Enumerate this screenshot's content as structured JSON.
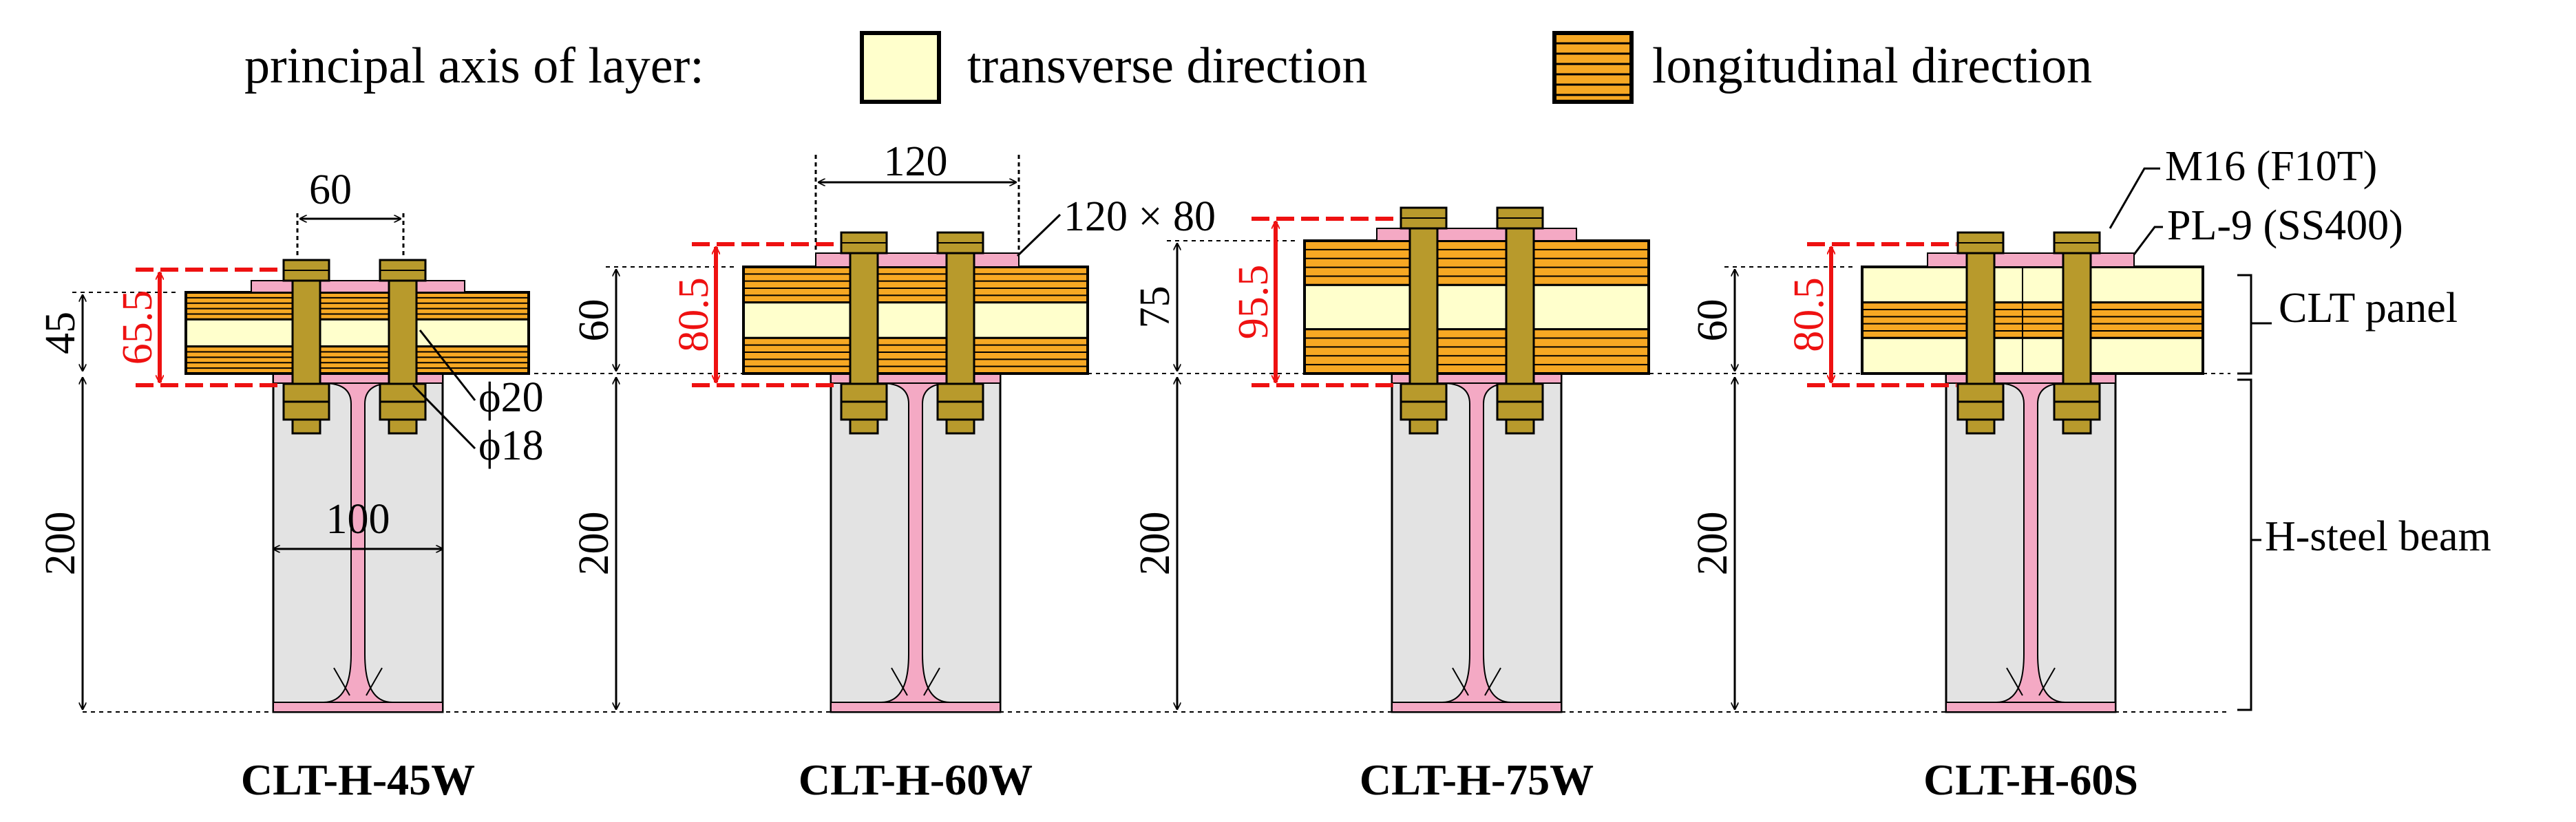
{
  "legend": {
    "title": "principal axis of layer:",
    "transverse": "transverse direction",
    "longitudinal": "longitudinal direction"
  },
  "colors": {
    "transverse": "#ffffcc",
    "longitudinal": "#f7a823",
    "plate": "#f4a9c4",
    "steel_web": "#e3e3e3",
    "bolt": "#b89a2c",
    "dim_red": "#ee1111"
  },
  "specimens": [
    {
      "name": "CLT-H-45W",
      "thickness": "45",
      "gauge_depth": "65.5",
      "beam_depth": "200"
    },
    {
      "name": "CLT-H-60W",
      "thickness": "60",
      "gauge_depth": "80.5",
      "beam_depth": "200"
    },
    {
      "name": "CLT-H-75W",
      "thickness": "75",
      "gauge_depth": "95.5",
      "beam_depth": "200"
    },
    {
      "name": "CLT-H-60S",
      "thickness": "60",
      "gauge_depth": "80.5",
      "beam_depth": "200"
    }
  ],
  "dimensions": {
    "bolt_spacing": "60",
    "flange_width": "100",
    "hole_top": "ϕ20",
    "hole_bottom": "ϕ18",
    "panel_width": "120",
    "plate_size": "120 × 80"
  },
  "labels": {
    "bolt": "M16 (F10T)",
    "plate": "PL-9 (SS400)",
    "clt_panel": "CLT panel",
    "steel_beam": "H-steel beam"
  }
}
